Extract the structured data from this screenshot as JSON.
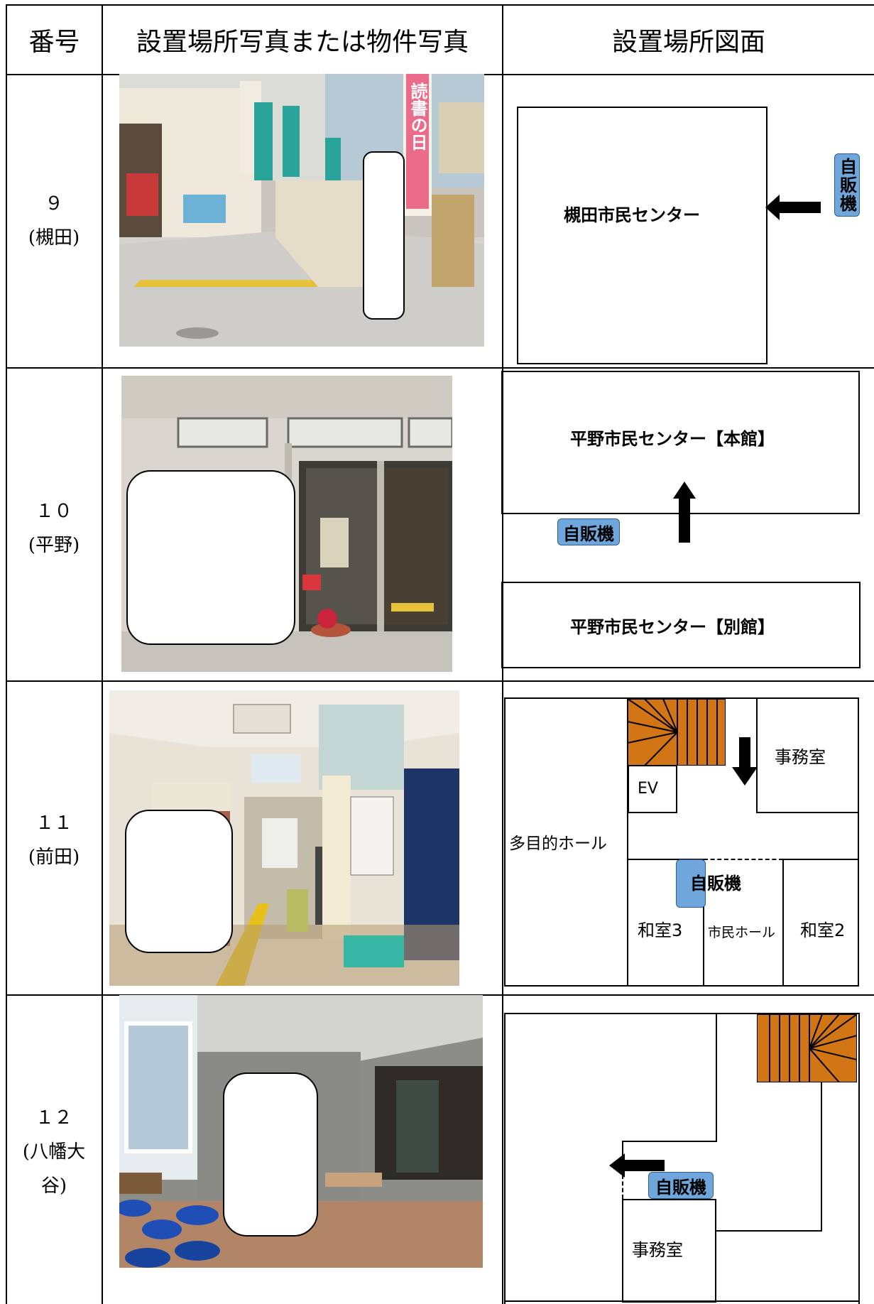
{
  "header": {
    "col_number": "番号",
    "col_photo": "設置場所写真または物件写真",
    "col_map": "設置場所図面"
  },
  "rows": [
    {
      "number": "９",
      "area": "(槻田)",
      "photo_banner": "読書の日",
      "map": {
        "building": "槻田市民センター",
        "vending": "自販機"
      }
    },
    {
      "number": "１０",
      "area": "(平野)",
      "map": {
        "main_hall": "平野市民センター【本館】",
        "annex": "平野市民センター【別館】",
        "vending": "自販機"
      }
    },
    {
      "number": "１１",
      "area": "(前田)",
      "map": {
        "office": "事務室",
        "ev": "EV",
        "multipurpose": "多目的ホール",
        "vending": "自販機",
        "japanese_room_3": "和室3",
        "civic_hall": "市民ホール",
        "japanese_room_2": "和室2"
      }
    },
    {
      "number": "１２",
      "area_line1": "(八幡大",
      "area_line2": "谷)",
      "map": {
        "office": "事務室",
        "vending": "自販機"
      }
    }
  ],
  "colors": {
    "stairs": "#d27515",
    "vending": "#6fa6dc",
    "grid": "#000000"
  }
}
